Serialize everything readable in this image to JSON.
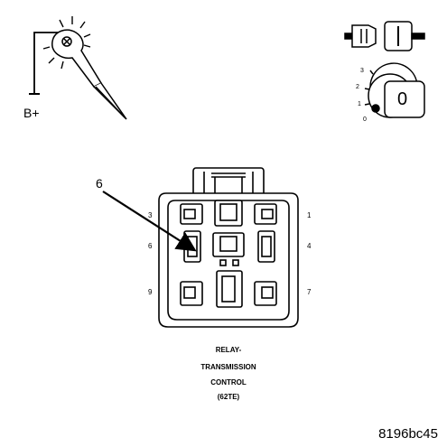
{
  "test_light": {
    "supply_label": "B+"
  },
  "ignition": {
    "positions": [
      "3",
      "2",
      "1",
      "0"
    ],
    "key_label": "0"
  },
  "connector": {
    "callout": "6",
    "pins_left": [
      "3",
      "6",
      "9"
    ],
    "pins_right": [
      "1",
      "4",
      "7"
    ]
  },
  "caption": {
    "lines": [
      "RELAY-",
      "TRANSMISSION",
      "CONTROL",
      "(62TE)"
    ]
  },
  "figure_code": "8196bc45"
}
